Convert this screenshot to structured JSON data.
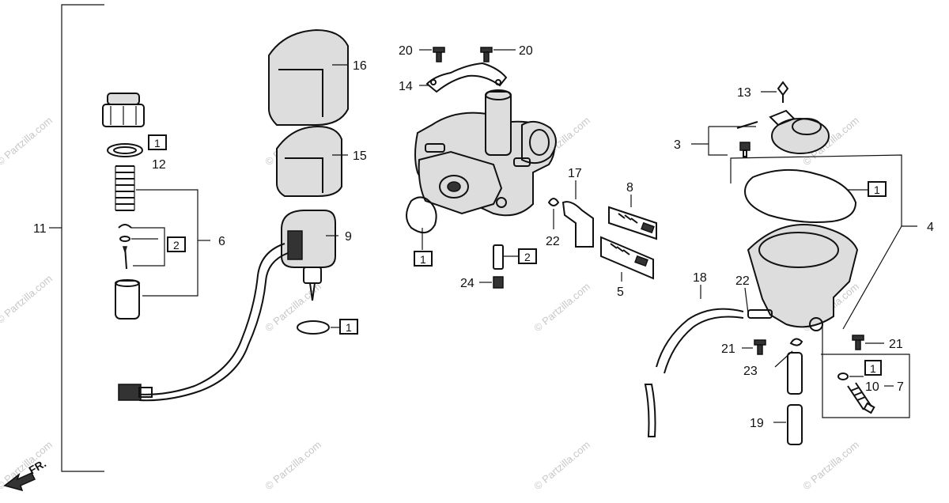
{
  "labels": {
    "l1": "1",
    "l2": "2",
    "l3": "3",
    "l4": "4",
    "l5": "5",
    "l6": "6",
    "l7": "7",
    "l8": "8",
    "l9": "9",
    "l10": "10",
    "l11": "11",
    "l12": "12",
    "l13": "13",
    "l14": "14",
    "l15": "15",
    "l16": "16",
    "l17": "17",
    "l18": "18",
    "l19": "19",
    "l20": "20",
    "l21": "21",
    "l22": "22",
    "l23": "23",
    "l24": "24"
  },
  "boxed_labels": {
    "b1": "1",
    "b2": "2"
  },
  "direction_marker": "FR.",
  "watermark": "© Partzilla.com"
}
